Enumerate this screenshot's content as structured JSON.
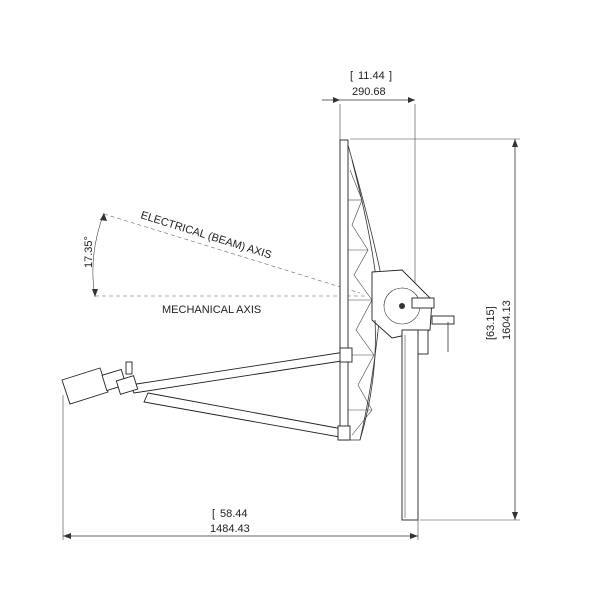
{
  "dimensions": {
    "top_width_inch": "11.44",
    "top_width_mm": "290.68",
    "height_inch": "63.15",
    "height_mm": "1604.13",
    "overall_width_inch": "58.44",
    "overall_width_mm": "1484.43",
    "angle": "17.35°"
  },
  "labels": {
    "electrical_axis": "ELECTRICAL (BEAM)  AXIS",
    "mechanical_axis": "MECHANICAL AXIS"
  }
}
